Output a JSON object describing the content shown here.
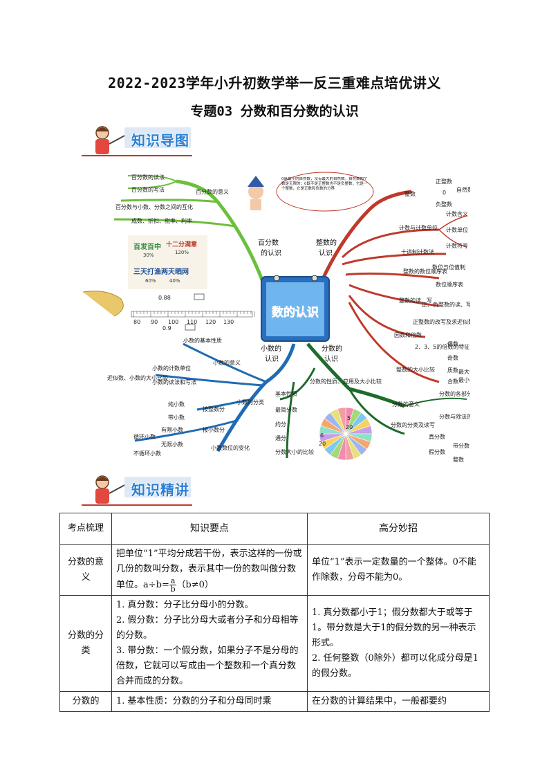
{
  "header": {
    "title": "2022-2023学年小升初数学举一反三重难点培优讲义",
    "subtitle": "专题03 分数和百分数的认识"
  },
  "banners": {
    "map": "知识导图",
    "lecture": "知识精讲"
  },
  "mindmap": {
    "center": "数的认识",
    "hubs": {
      "percent": "百分数的认识",
      "integer": "整数的认识",
      "decimal": "小数的认识",
      "fraction": "分数的认识"
    },
    "note": "0是最小的自然数，没有最大的自然数。自然数的个数是无限的；0既不是正整数也不是负整数，它是一个整数，它是正数和负数的分界",
    "poster": [
      "十二分满意",
      "120%",
      "百发百中",
      "30%",
      "三天打渔两天晒网",
      "60%",
      "40%"
    ],
    "ruler": [
      "0.88",
      "0.9",
      "80",
      "90",
      "100",
      "110",
      "120",
      "130"
    ],
    "percent_items": [
      "百分数的读法",
      "百分数的写法",
      "百分数的意义",
      "百分数与小数、分数之间的互化",
      "成数、折扣、税率、利率"
    ],
    "integer_items": [
      "整数",
      "正整数",
      "0",
      "自然数",
      "负整数",
      "计数与计数单位",
      "计数含义",
      "计数单位",
      "计数符号",
      "十进制计数法",
      "整数的数位顺序表",
      "数位与位值制",
      "数位顺序表",
      "整数的读、写",
      "正、负整数的读、写",
      "正整数的改写及求近似数",
      "因数和倍数",
      "2、3、5的倍数的特征",
      "偶数",
      "奇数",
      "质数",
      "合数",
      "最大公因数",
      "最小公倍数",
      "整数的大小比较"
    ],
    "decimal_items": [
      "小数的基本性质",
      "小数的意义",
      "小数的计数单位",
      "小数的读法和写法",
      "近似数、小数的大小比较",
      "小数的分类",
      "按整数分",
      "纯小数",
      "带小数",
      "按小数分",
      "有限小数",
      "无限小数",
      "循环小数",
      "不循环小数",
      "小数数位的变化"
    ],
    "fraction_items": [
      "分数的性质、应用及大小比较",
      "基本性质",
      "最简分数",
      "约分",
      "通分",
      "分数大小的比较",
      "分数的意义",
      "分数的各部分名称及分数单位",
      "分数与除法的关系",
      "分数的分类及读写",
      "真分数",
      "假分数",
      "带分数",
      "整数"
    ],
    "pie_labels": [
      "5",
      "20",
      "6",
      "20"
    ]
  },
  "table": {
    "headers": [
      "考点梳理",
      "知识要点",
      "高分妙招"
    ],
    "rows": [
      {
        "topic": "分数的意义",
        "point": "把单位“1”平均分成若干份，表示这样的一份或几份的数叫分数，表示其中一份的数叫做分数单位。a÷b=",
        "frac_n": "a",
        "frac_d": "b",
        "point_tail": "（b≠0）",
        "tip": "单位“1”表示一定数量的一个整体。0不能作除数，分母不能为0。"
      },
      {
        "topic": "分数的分类",
        "point": "1. 真分数：分子比分母小的分数。\n2. 假分数：分子比分母大或者分子和分母相等的分数。\n3. 带分数：一个假分数，如果分子不是分母的倍数，它就可以写成由一个整数和一个真分数合并而成的分数。",
        "tip": "1. 真分数都小于1；假分数都大于或等于1。带分数是大于1的假分数的另一种表示形式。\n2. 任何整数（0除外）都可以化成分母是1的假分数。"
      },
      {
        "topic": "分数的",
        "point": "1. 基本性质：分数的分子和分母同时乘",
        "tip": "在分数的计算结果中，一般都要约"
      }
    ]
  },
  "colors": {
    "green": "#6bbf3a",
    "red": "#c0392b",
    "blue": "#1f6bb5",
    "darkgreen": "#1e6b2a",
    "title_blue": "#2a7fd4"
  }
}
